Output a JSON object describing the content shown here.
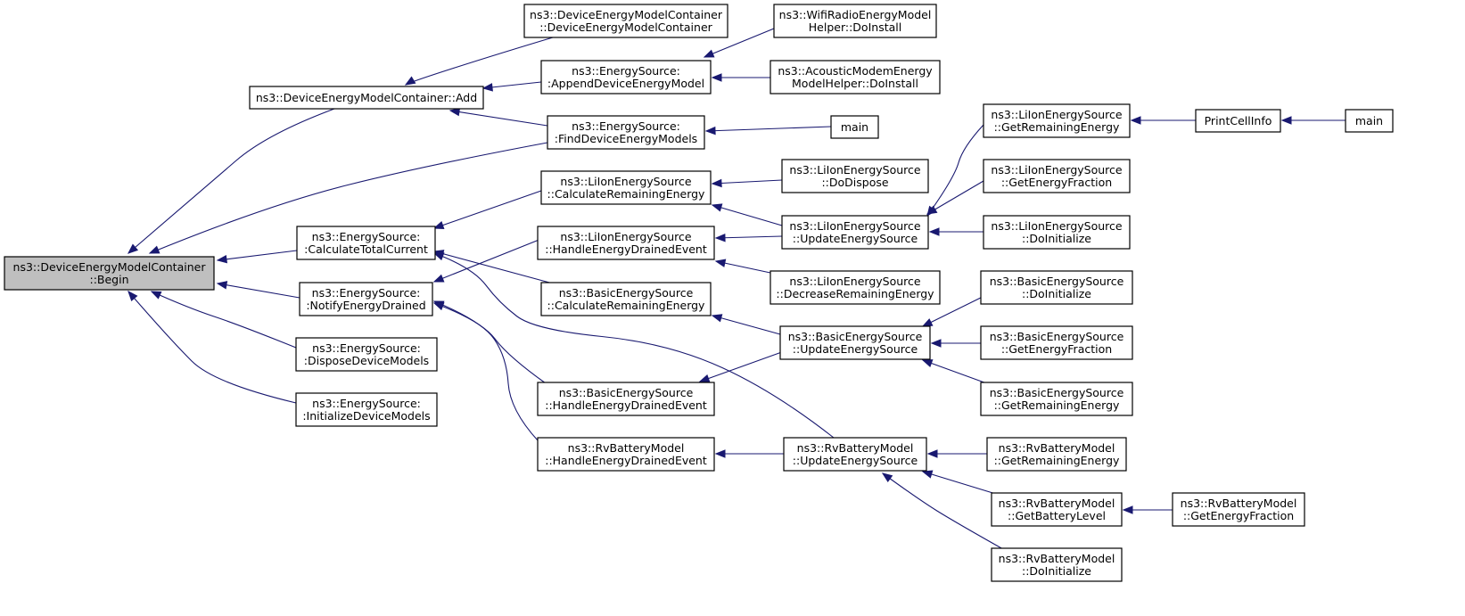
{
  "colors": {
    "edge": "#191970",
    "highlight_fill": "#bfbfbf",
    "node_border": "#000000"
  },
  "nodes": [
    {
      "id": "begin",
      "lines": [
        "ns3::DeviceEnergyModelContainer",
        "::Begin"
      ],
      "highlight": true
    },
    {
      "id": "add",
      "lines": [
        "ns3::DeviceEnergyModelContainer::Add"
      ]
    },
    {
      "id": "ctor",
      "lines": [
        "ns3::DeviceEnergyModelContainer",
        "::DeviceEnergyModelContainer"
      ]
    },
    {
      "id": "append",
      "lines": [
        "ns3::EnergySource:",
        ":AppendDeviceEnergyModel"
      ]
    },
    {
      "id": "wifi",
      "lines": [
        "ns3::WifiRadioEnergyModel",
        "Helper::DoInstall"
      ]
    },
    {
      "id": "acoustic",
      "lines": [
        "ns3::AcousticModemEnergy",
        "ModelHelper::DoInstall"
      ]
    },
    {
      "id": "find",
      "lines": [
        "ns3::EnergySource:",
        ":FindDeviceEnergyModels"
      ]
    },
    {
      "id": "main1",
      "lines": [
        "main"
      ]
    },
    {
      "id": "calctotal",
      "lines": [
        "ns3::EnergySource:",
        ":CalculateTotalCurrent"
      ]
    },
    {
      "id": "notify",
      "lines": [
        "ns3::EnergySource:",
        ":NotifyEnergyDrained"
      ]
    },
    {
      "id": "dispose",
      "lines": [
        "ns3::EnergySource:",
        ":DisposeDeviceModels"
      ]
    },
    {
      "id": "init",
      "lines": [
        "ns3::EnergySource:",
        ":InitializeDeviceModels"
      ]
    },
    {
      "id": "li_calc",
      "lines": [
        "ns3::LiIonEnergySource",
        "::CalculateRemainingEnergy"
      ]
    },
    {
      "id": "li_handle",
      "lines": [
        "ns3::LiIonEnergySource",
        "::HandleEnergyDrainedEvent"
      ]
    },
    {
      "id": "basic_calc",
      "lines": [
        "ns3::BasicEnergySource",
        "::CalculateRemainingEnergy"
      ]
    },
    {
      "id": "basic_handle",
      "lines": [
        "ns3::BasicEnergySource",
        "::HandleEnergyDrainedEvent"
      ]
    },
    {
      "id": "rv_handle",
      "lines": [
        "ns3::RvBatteryModel",
        "::HandleEnergyDrainedEvent"
      ]
    },
    {
      "id": "li_dispose",
      "lines": [
        "ns3::LiIonEnergySource",
        "::DoDispose"
      ]
    },
    {
      "id": "li_update",
      "lines": [
        "ns3::LiIonEnergySource",
        "::UpdateEnergySource"
      ]
    },
    {
      "id": "li_decrease",
      "lines": [
        "ns3::LiIonEnergySource",
        "::DecreaseRemainingEnergy"
      ]
    },
    {
      "id": "basic_update",
      "lines": [
        "ns3::BasicEnergySource",
        "::UpdateEnergySource"
      ]
    },
    {
      "id": "rv_update",
      "lines": [
        "ns3::RvBatteryModel",
        "::UpdateEnergySource"
      ]
    },
    {
      "id": "li_getrem",
      "lines": [
        "ns3::LiIonEnergySource",
        "::GetRemainingEnergy"
      ]
    },
    {
      "id": "li_getfrac",
      "lines": [
        "ns3::LiIonEnergySource",
        "::GetEnergyFraction"
      ]
    },
    {
      "id": "li_doinit",
      "lines": [
        "ns3::LiIonEnergySource",
        "::DoInitialize"
      ]
    },
    {
      "id": "basic_doinit",
      "lines": [
        "ns3::BasicEnergySource",
        "::DoInitialize"
      ]
    },
    {
      "id": "basic_getfrac",
      "lines": [
        "ns3::BasicEnergySource",
        "::GetEnergyFraction"
      ]
    },
    {
      "id": "basic_getrem",
      "lines": [
        "ns3::BasicEnergySource",
        "::GetRemainingEnergy"
      ]
    },
    {
      "id": "rv_getrem",
      "lines": [
        "ns3::RvBatteryModel",
        "::GetRemainingEnergy"
      ]
    },
    {
      "id": "rv_getbatt",
      "lines": [
        "ns3::RvBatteryModel",
        "::GetBatteryLevel"
      ]
    },
    {
      "id": "rv_doinit",
      "lines": [
        "ns3::RvBatteryModel",
        "::DoInitialize"
      ]
    },
    {
      "id": "rv_getfrac",
      "lines": [
        "ns3::RvBatteryModel",
        "::GetEnergyFraction"
      ]
    },
    {
      "id": "printcell",
      "lines": [
        "PrintCellInfo"
      ]
    },
    {
      "id": "main2",
      "lines": [
        "main"
      ]
    }
  ],
  "edges": [
    [
      "add",
      "begin"
    ],
    [
      "find",
      "begin"
    ],
    [
      "calctotal",
      "begin"
    ],
    [
      "notify",
      "begin"
    ],
    [
      "dispose",
      "begin"
    ],
    [
      "init",
      "begin"
    ],
    [
      "ctor",
      "add"
    ],
    [
      "append",
      "add"
    ],
    [
      "find",
      "add"
    ],
    [
      "wifi",
      "append"
    ],
    [
      "acoustic",
      "append"
    ],
    [
      "main1",
      "find"
    ],
    [
      "li_calc",
      "calctotal"
    ],
    [
      "basic_calc",
      "calctotal"
    ],
    [
      "rv_update",
      "calctotal"
    ],
    [
      "li_handle",
      "notify"
    ],
    [
      "basic_handle",
      "notify"
    ],
    [
      "rv_handle",
      "notify"
    ],
    [
      "li_dispose",
      "li_calc"
    ],
    [
      "li_update",
      "li_calc"
    ],
    [
      "li_update",
      "li_handle"
    ],
    [
      "li_decrease",
      "li_handle"
    ],
    [
      "basic_update",
      "basic_calc"
    ],
    [
      "basic_update",
      "basic_handle"
    ],
    [
      "rv_update",
      "rv_handle"
    ],
    [
      "li_getrem",
      "li_update"
    ],
    [
      "li_getfrac",
      "li_update"
    ],
    [
      "li_doinit",
      "li_update"
    ],
    [
      "basic_doinit",
      "basic_update"
    ],
    [
      "basic_getfrac",
      "basic_update"
    ],
    [
      "basic_getrem",
      "basic_update"
    ],
    [
      "rv_getrem",
      "rv_update"
    ],
    [
      "rv_getbatt",
      "rv_update"
    ],
    [
      "rv_doinit",
      "rv_update"
    ],
    [
      "rv_getfrac",
      "rv_getbatt"
    ],
    [
      "printcell",
      "li_getrem"
    ],
    [
      "main2",
      "printcell"
    ]
  ]
}
